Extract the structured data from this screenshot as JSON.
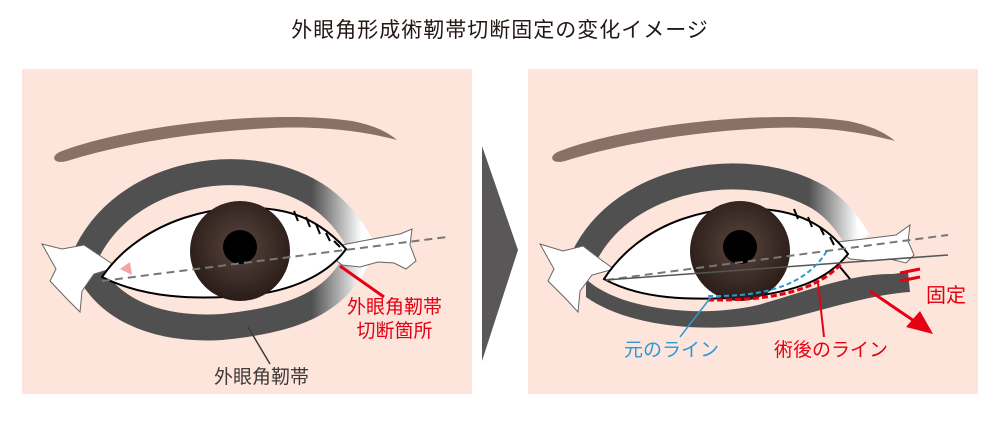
{
  "title": "外眼角形成術靭帯切断固定の変化イメージ",
  "colors": {
    "background": "#ffffff",
    "panel_bg": "#fde5dc",
    "eyebrow": "#8b7068",
    "ligament": "#505050",
    "iris": "#3a2a24",
    "pupil": "#000000",
    "red_accent": "#e60012",
    "blue_accent": "#2a9ad6",
    "arrow": "#595757",
    "text_dark": "#3e3a39"
  },
  "panels": [
    {
      "id": "before",
      "labels": {
        "cut_site": [
          "外眼角靭帯",
          "切断箇所"
        ],
        "ligament": "外眼角靭帯"
      }
    },
    {
      "id": "after",
      "labels": {
        "fixation": "固定",
        "original_line": "元のライン",
        "post_op_line": "術後のライン"
      }
    }
  ],
  "transition_arrow": "right-chevron"
}
